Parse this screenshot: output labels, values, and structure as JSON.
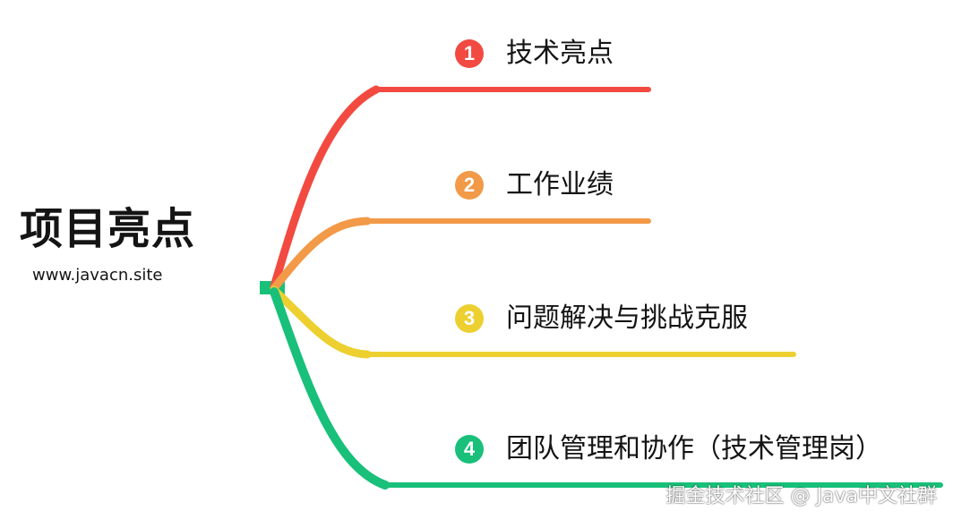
{
  "root": {
    "title": "项目亮点",
    "subtitle": "www.javacn.site"
  },
  "branches": [
    {
      "number": "1",
      "label": "技术亮点",
      "color": "#F24A41"
    },
    {
      "number": "2",
      "label": "工作业绩",
      "color": "#F29A48"
    },
    {
      "number": "3",
      "label": "问题解决与挑战克服",
      "color": "#EDD030"
    },
    {
      "number": "4",
      "label": "团队管理和协作（技术管理岗）",
      "color": "#18C07A"
    }
  ],
  "watermark": "掘金技术社区 @ Java中文社群"
}
